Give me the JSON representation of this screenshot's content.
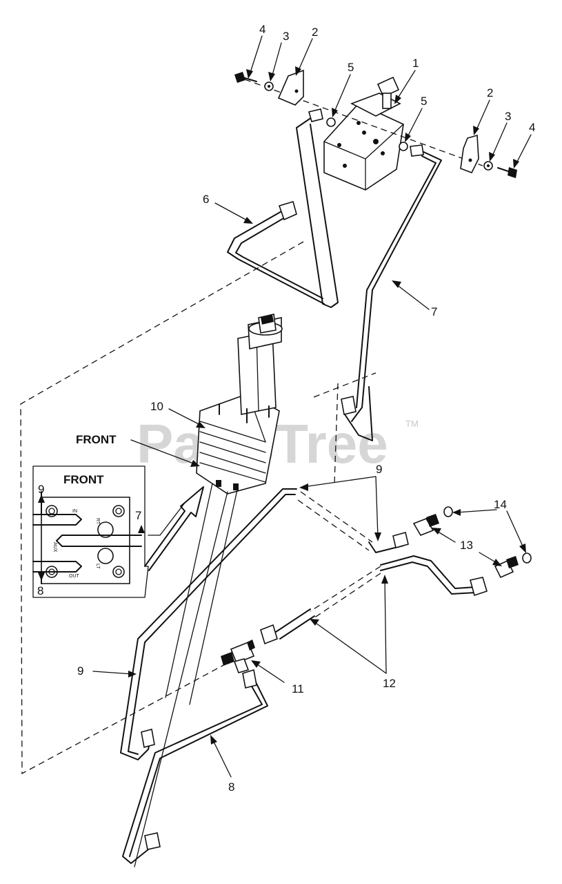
{
  "watermark": {
    "text": "PartsTree",
    "trademark": "TM"
  },
  "inset": {
    "title": "FRONT",
    "port_in": "IN",
    "port_out": "OUT",
    "port_aux": "AUX",
    "port_rt": "RT",
    "port_lt": "LT"
  },
  "front_label": "FRONT",
  "callouts": {
    "c1": "1",
    "c2a": "2",
    "c2b": "2",
    "c3a": "3",
    "c3b": "3",
    "c4a": "4",
    "c4b": "4",
    "c5a": "5",
    "c5b": "5",
    "c6": "6",
    "c7a": "7",
    "c7b": "7",
    "c8a": "8",
    "c8b": "8",
    "c9a": "9",
    "c9b": "9",
    "c9c": "9",
    "c10": "10",
    "c11": "11",
    "c12": "12",
    "c13": "13",
    "c14": "14"
  }
}
